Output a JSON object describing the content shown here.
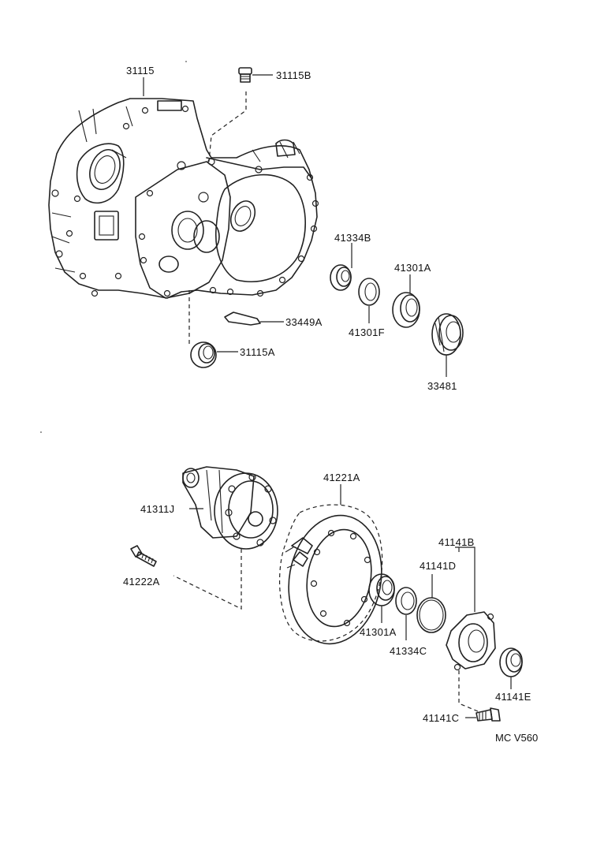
{
  "diagram": {
    "parts": {
      "p31115": "31115",
      "p31115B": "31115B",
      "p41334B": "41334B",
      "p41301A_top": "41301A",
      "p41301F": "41301F",
      "p33449A": "33449A",
      "p31115A": "31115A",
      "p33481": "33481",
      "p41221A": "41221A",
      "p41311J": "41311J",
      "p41222A": "41222A",
      "p41141B": "41141B",
      "p41141D": "41141D",
      "p41301A_bottom": "41301A",
      "p41334C": "41334C",
      "p41141E": "41141E",
      "p41141C": "41141C"
    },
    "drawing_code": "MC  V560"
  }
}
